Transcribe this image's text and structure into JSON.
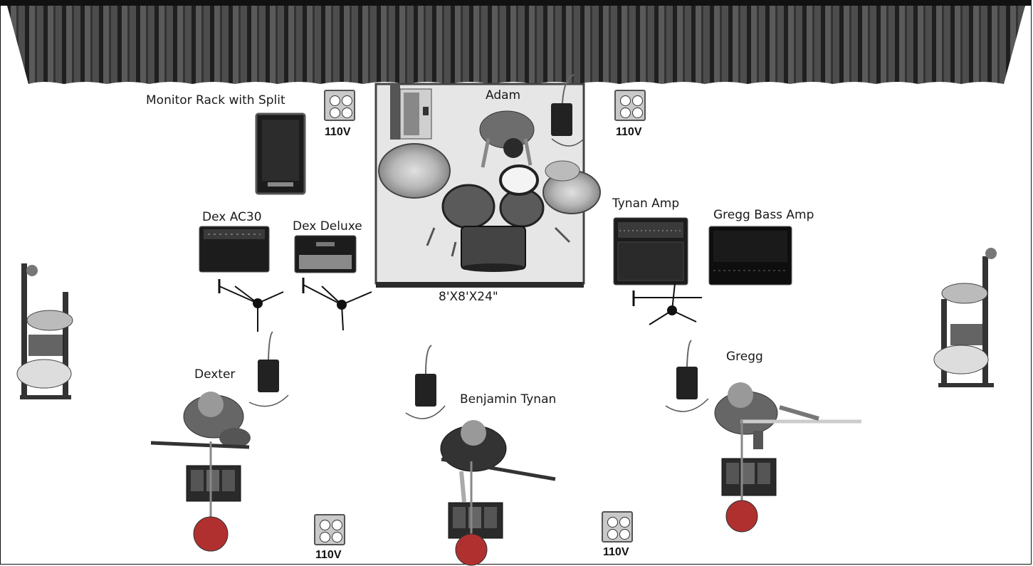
{
  "stage": {
    "backdrop": "curtain-icon",
    "riser_label": "8'X8'X24\"",
    "drummer": "Adam",
    "performers": {
      "dexter": "Dexter",
      "benjamin": "Benjamin Tynan",
      "gregg": "Gregg"
    },
    "equipment": {
      "monitor_rack": "Monitor Rack with Split",
      "dex_ac30": "Dex AC30",
      "dex_deluxe": "Dex Deluxe",
      "tynan_amp": "Tynan Amp",
      "gregg_bass_amp": "Gregg Bass Amp"
    },
    "power": {
      "outlet_1": "110V",
      "outlet_2": "110V",
      "outlet_3": "110V",
      "outlet_4": "110V"
    }
  },
  "colors": {
    "curtain": "#2e2e2e",
    "riser": "#e6e6e6",
    "equipment_dark": "#1c1c1c",
    "mic_base": "#b03030",
    "pedalboard": "#2a2a2a"
  }
}
